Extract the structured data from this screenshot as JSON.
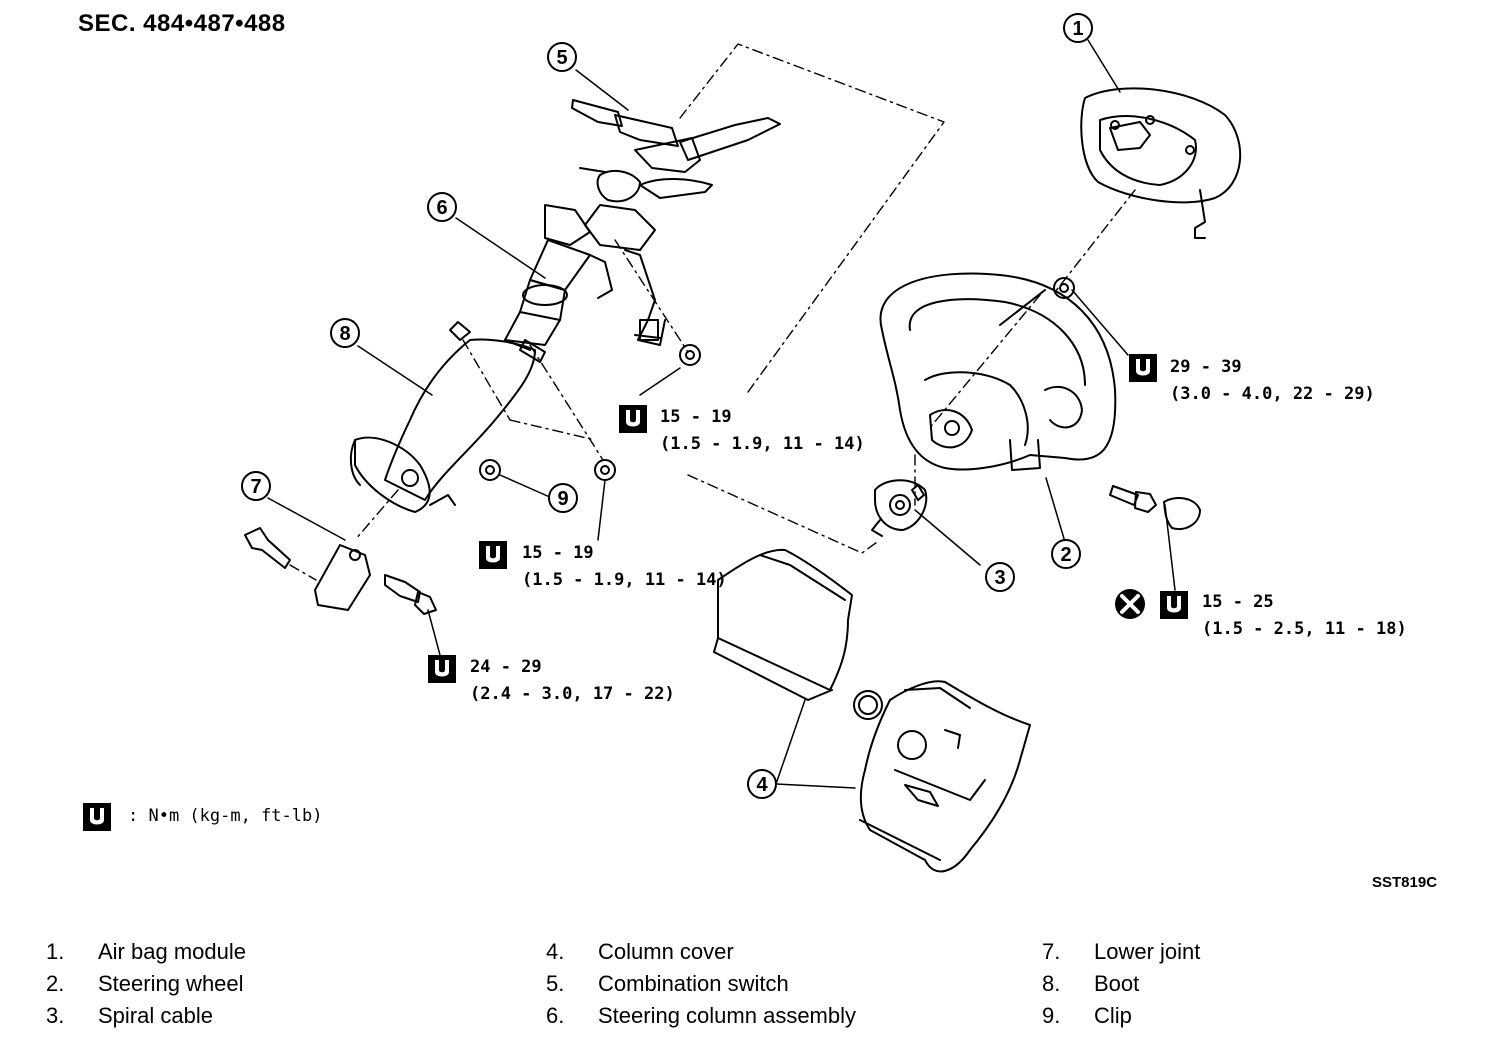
{
  "section": "SEC. 484•487•488",
  "figure_code": "SST819C",
  "callouts": [
    "1",
    "2",
    "3",
    "4",
    "5",
    "6",
    "7",
    "8",
    "9"
  ],
  "torques": [
    {
      "range": "15 - 19",
      "sub": "(1.5 - 1.9, 11 - 14)"
    },
    {
      "range": "29 - 39",
      "sub": "(3.0 - 4.0, 22 - 29)"
    },
    {
      "range": "15 - 19",
      "sub": "(1.5 - 1.9, 11 - 14)"
    },
    {
      "range": "15 - 25",
      "sub": "(1.5 - 2.5, 11 - 18)"
    },
    {
      "range": "24 - 29",
      "sub": "(2.4 - 3.0, 17 - 22)"
    }
  ],
  "torque_legend": ":  N•m (kg-m, ft-lb)",
  "parts": [
    {
      "num": "1.",
      "name": "Air bag module"
    },
    {
      "num": "2.",
      "name": "Steering wheel"
    },
    {
      "num": "3.",
      "name": "Spiral cable"
    },
    {
      "num": "4.",
      "name": "Column cover"
    },
    {
      "num": "5.",
      "name": "Combination switch"
    },
    {
      "num": "6.",
      "name": "Steering column assembly"
    },
    {
      "num": "7.",
      "name": "Lower joint"
    },
    {
      "num": "8.",
      "name": "Boot"
    },
    {
      "num": "9.",
      "name": "Clip"
    }
  ]
}
